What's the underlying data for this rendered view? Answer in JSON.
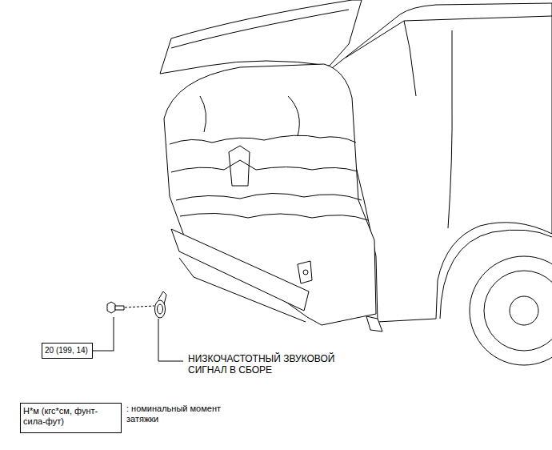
{
  "diagram": {
    "nodes": [
      {
        "text": [
          "20 (199, 14)"
        ]
      },
      {
        "text": [
          "Н*м (кгс*см, фунт-сила-фут)"
        ]
      }
    ],
    "labels": [
      "НИЗКОЧАСТОТНЫЙ ЗВУКОВОЙ СИГНАЛ В СБОРЕ",
      ": номинальный момент затяжки"
    ]
  }
}
